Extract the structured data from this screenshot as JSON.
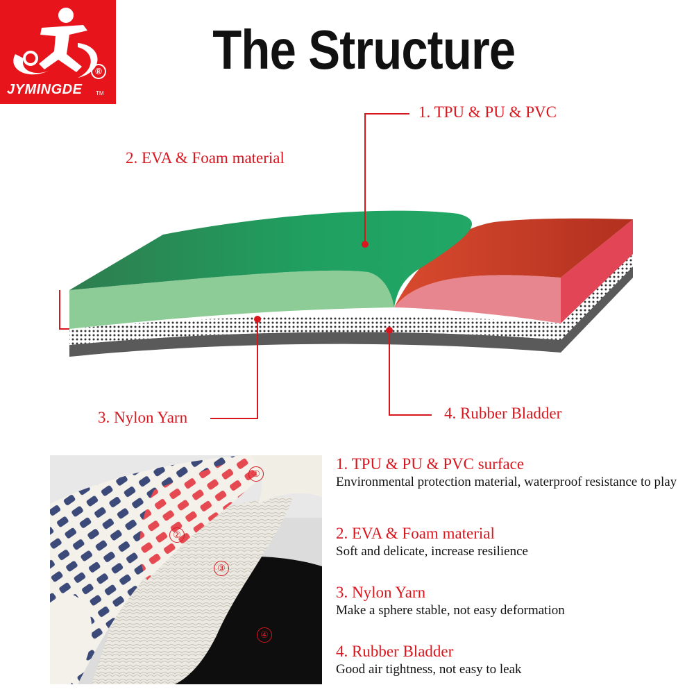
{
  "brand": {
    "name": "JYMINGDE",
    "tm": "TM",
    "registered": "®"
  },
  "title": "The Structure",
  "diagram": {
    "labels": [
      "1. TPU & PU & PVC",
      "2. EVA & Foam material",
      "3. Nylon Yarn",
      "4. Rubber Bladder"
    ]
  },
  "photo": {
    "markers": [
      "①",
      "②",
      "③",
      "④"
    ]
  },
  "layers": [
    {
      "heading": "1. TPU & PU & PVC surface",
      "description": "Environmental protection material, waterproof resistance to play"
    },
    {
      "heading": "2. EVA & Foam material",
      "description": "Soft and delicate, increase resilience"
    },
    {
      "heading": "3. Nylon Yarn",
      "description": "Make a sphere stable, not easy deformation"
    },
    {
      "heading": "4. Rubber Bladder",
      "description": "Good air tightness, not easy to leak"
    }
  ],
  "colors": {
    "accent": "#d8161e",
    "logo_bg": "#e8141b",
    "green_top": "#1f9a5c",
    "green_side": "#8ccb95",
    "red_top": "#c23427",
    "pink_side": "#e88b94",
    "bladder": "#5a5a5a"
  }
}
